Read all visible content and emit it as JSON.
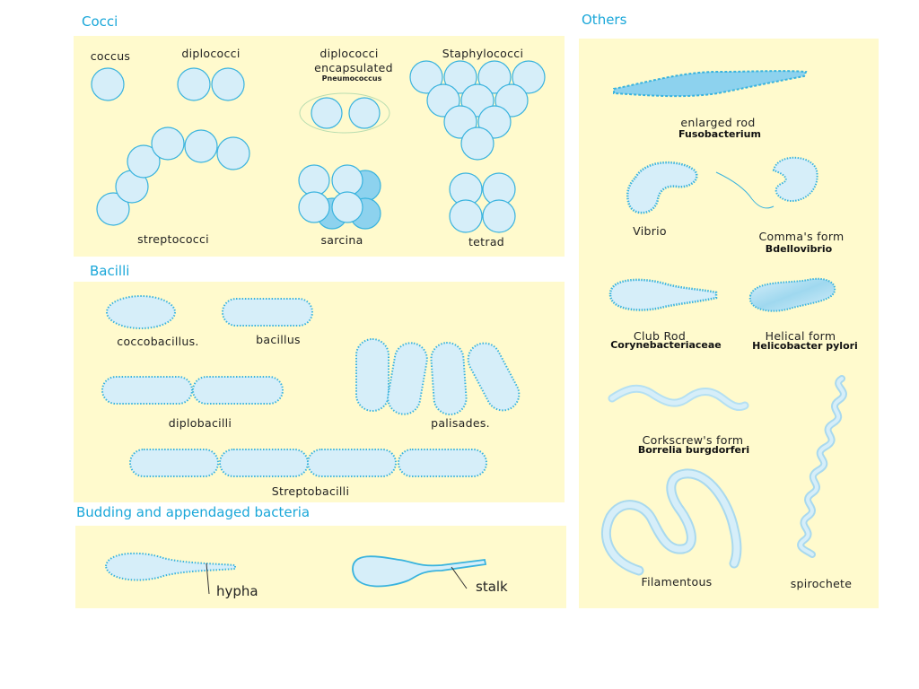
{
  "sections": {
    "cocci": "Cocci",
    "bacilli": "Bacilli",
    "budding": "Budding and appendaged bacteria",
    "others": "Others"
  },
  "cocci": {
    "coccus": "coccus",
    "diplococci": "diplococci",
    "diplococci_encapsulated_line1": "diplococci",
    "diplococci_encapsulated_line2": "encapsulated",
    "pneumococcus": "Pneumococcus",
    "staphylococci": "Staphylococci",
    "streptococci": "streptococci",
    "sarcina": "sarcina",
    "tetrad": "tetrad"
  },
  "bacilli": {
    "coccobacillus": "coccobacillus.",
    "bacillus": "bacillus",
    "diplobacilli": "diplobacilli",
    "palisades": "palisades.",
    "streptobacilli": "Streptobacilli"
  },
  "budding": {
    "hypha": "hypha",
    "stalk": "stalk"
  },
  "others": {
    "enlarged_rod": "enlarged rod",
    "fusobacterium": "Fusobacterium",
    "vibrio": "Vibrio",
    "commas_form": "Comma's form",
    "bdellovibrio": "Bdellovibrio",
    "club_rod": "Club Rod",
    "corynebacteriaceae": "Corynebacteriaceae",
    "helical_form": "Helical form",
    "helicobacter": "Helicobacter pylori",
    "corkscrew": "Corkscrew's form",
    "borrelia": "Borrelia burgdorferi",
    "filamentous": "Filamentous",
    "spirochete": "spirochete"
  },
  "colors": {
    "panel": "#fffacd",
    "cell_fill": "#d6eef9",
    "cell_stroke": "#39b3de",
    "title": "#1aa7d9"
  }
}
